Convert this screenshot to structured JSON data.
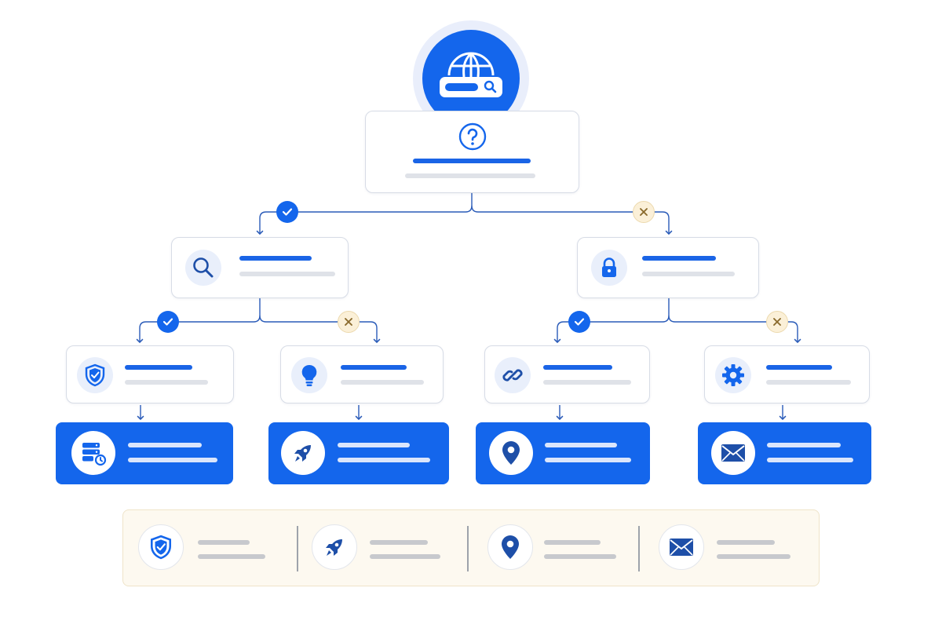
{
  "diagram": {
    "root": {
      "icon": "globe-search-icon"
    },
    "question": {
      "icon": "question-mark-icon"
    },
    "branches": [
      {
        "decision": "yes",
        "decision_icon": "check-icon",
        "node_icon": "search-icon",
        "children": [
          {
            "decision": "yes",
            "decision_icon": "check-icon",
            "node_icon": "shield-check-icon",
            "result_icon": "server-sync-icon"
          },
          {
            "decision": "no",
            "decision_icon": "x-icon",
            "node_icon": "lightbulb-icon",
            "result_icon": "rocket-icon"
          }
        ]
      },
      {
        "decision": "no",
        "decision_icon": "x-icon",
        "node_icon": "lock-icon",
        "children": [
          {
            "decision": "yes",
            "decision_icon": "check-icon",
            "node_icon": "link-icon",
            "result_icon": "map-pin-icon"
          },
          {
            "decision": "no",
            "decision_icon": "x-icon",
            "node_icon": "gear-icon",
            "result_icon": "mail-icon"
          }
        ]
      }
    ],
    "legend": {
      "items": [
        {
          "icon": "shield-check-icon"
        },
        {
          "icon": "rocket-icon"
        },
        {
          "icon": "map-pin-icon"
        },
        {
          "icon": "mail-icon"
        }
      ]
    }
  },
  "colors": {
    "accent": "#1466ec",
    "placeholder_line": "#dfe2e8",
    "card_border": "#d7dce6",
    "no_badge": "#fbf0d8",
    "legend_background": "#fdf9f0"
  }
}
